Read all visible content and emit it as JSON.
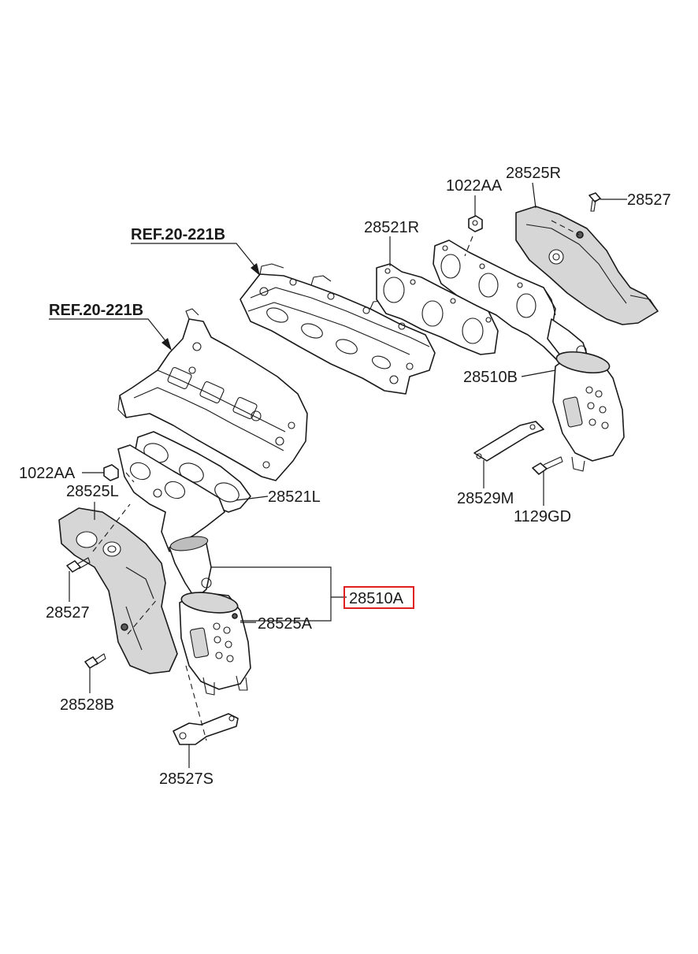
{
  "highlight_color": "#e02020",
  "labels": {
    "ref_upper": "REF.20-221B",
    "ref_lower": "REF.20-221B",
    "nut_right": "1022AA",
    "heat_shield_right": "28525R",
    "bolt_right": "28527",
    "gasket_right": "28521R",
    "converter_right": "28510B",
    "bracket_right": "28529M",
    "bolt_bracket_right": "1129GD",
    "nut_left": "1022AA",
    "heat_shield_left": "28525L",
    "gasket_left": "28521L",
    "bolt_left": "28527",
    "converter_left": "28510A",
    "cover_left": "28525A",
    "bolt_shield_left": "28528B",
    "bracket_left": "28527S"
  }
}
